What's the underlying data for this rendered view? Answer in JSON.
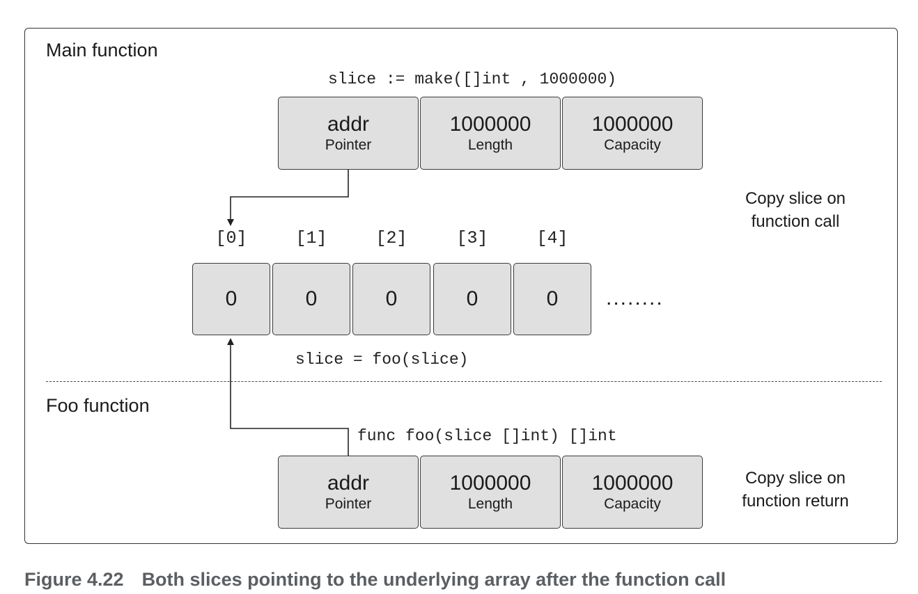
{
  "main_section": {
    "title": "Main function",
    "code": "slice := make([]int , 1000000)",
    "call_code": "slice = foo(slice)",
    "fields": [
      {
        "value": "addr",
        "label": "Pointer"
      },
      {
        "value": "1000000",
        "label": "Length"
      },
      {
        "value": "1000000",
        "label": "Capacity"
      }
    ],
    "note": [
      "Copy slice on",
      "function call"
    ]
  },
  "array": {
    "indices": [
      "[0]",
      "[1]",
      "[2]",
      "[3]",
      "[4]"
    ],
    "values": [
      "0",
      "0",
      "0",
      "0",
      "0"
    ],
    "ellipsis": "........"
  },
  "foo_section": {
    "title": "Foo function",
    "code": "func foo(slice []int) []int",
    "fields": [
      {
        "value": "addr",
        "label": "Pointer"
      },
      {
        "value": "1000000",
        "label": "Length"
      },
      {
        "value": "1000000",
        "label": "Capacity"
      }
    ],
    "note": [
      "Copy slice on",
      "function return"
    ]
  },
  "caption": {
    "number": "Figure 4.22",
    "text": "Both slices pointing to the underlying array after the function call"
  }
}
